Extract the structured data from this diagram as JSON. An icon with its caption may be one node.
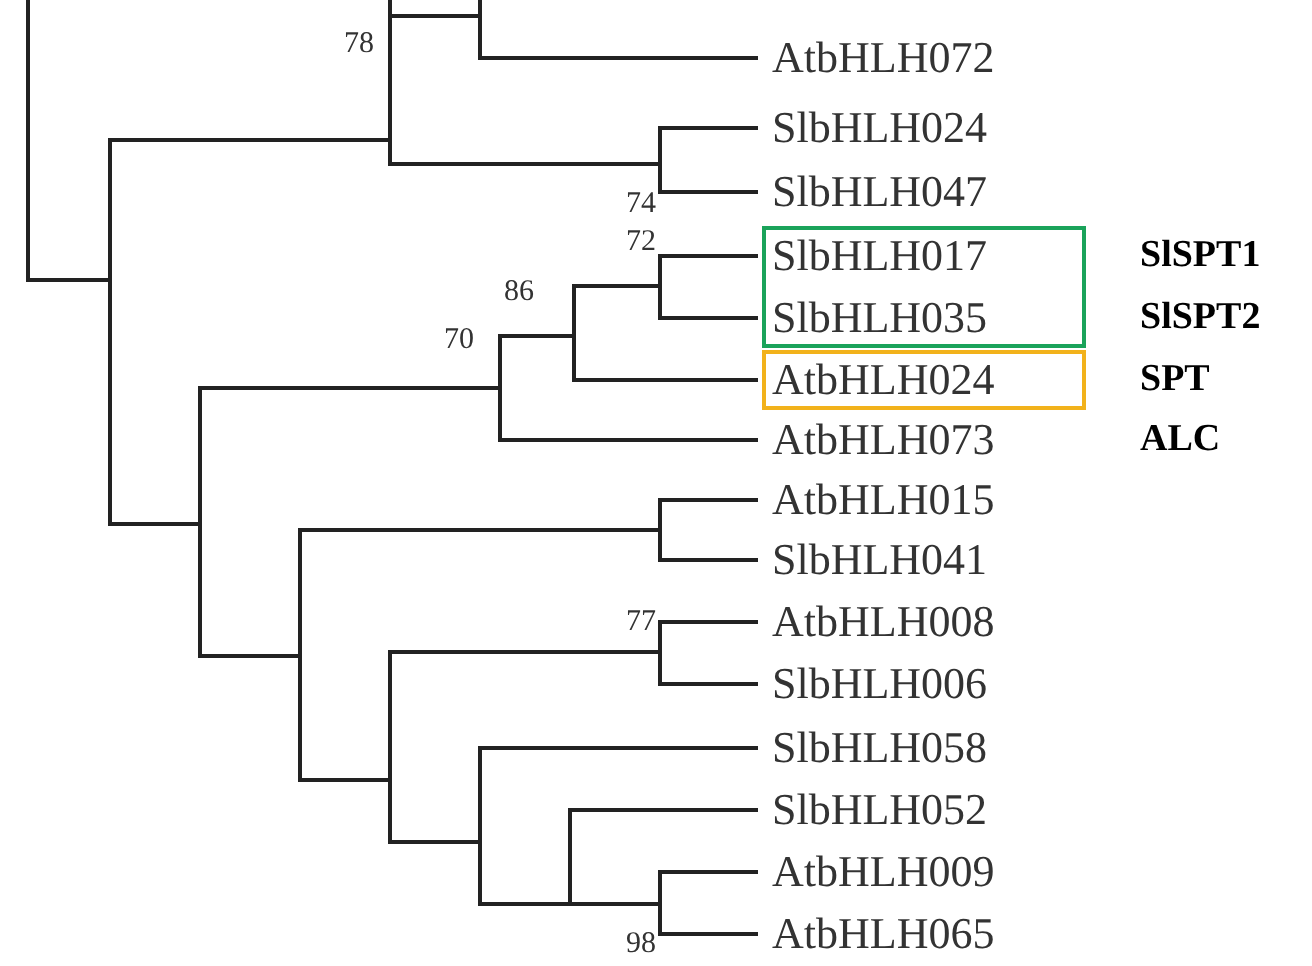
{
  "diagram": {
    "nodes": [
      {
        "text": [
          "AtbHLH072"
        ]
      },
      {
        "text": [
          "SlbHLH024"
        ]
      },
      {
        "text": [
          "SlbHLH047"
        ]
      },
      {
        "text": [],
        "shape": "box"
      },
      {
        "text": [
          "SlbHLH017"
        ],
        "in": 3
      },
      {
        "text": [
          "SlbHLH035"
        ],
        "in": 3
      },
      {
        "text": [],
        "shape": "box"
      },
      {
        "text": [
          "AtbHLH024"
        ],
        "in": 6,
        "beside": [
          "SPT"
        ]
      },
      {
        "text": [
          "AtbHLH073"
        ],
        "beside": [
          "ALC"
        ]
      },
      {
        "text": [
          "AtbHLH015"
        ]
      },
      {
        "text": [
          "SlbHLH041"
        ]
      },
      {
        "text": [
          "AtbHLH008"
        ]
      },
      {
        "text": [
          "SlbHLH006"
        ]
      },
      {
        "text": [
          "SlbHLH058"
        ]
      },
      {
        "text": [
          "SlbHLH052"
        ]
      },
      {
        "text": [
          "AtbHLH009"
        ]
      },
      {
        "text": [
          "AtbHLH065"
        ]
      }
    ],
    "edges": [],
    "labels": [
      "78",
      "74",
      "72",
      "SlSPT1",
      "86",
      "SlSPT2",
      "70",
      "77",
      "98"
    ]
  }
}
